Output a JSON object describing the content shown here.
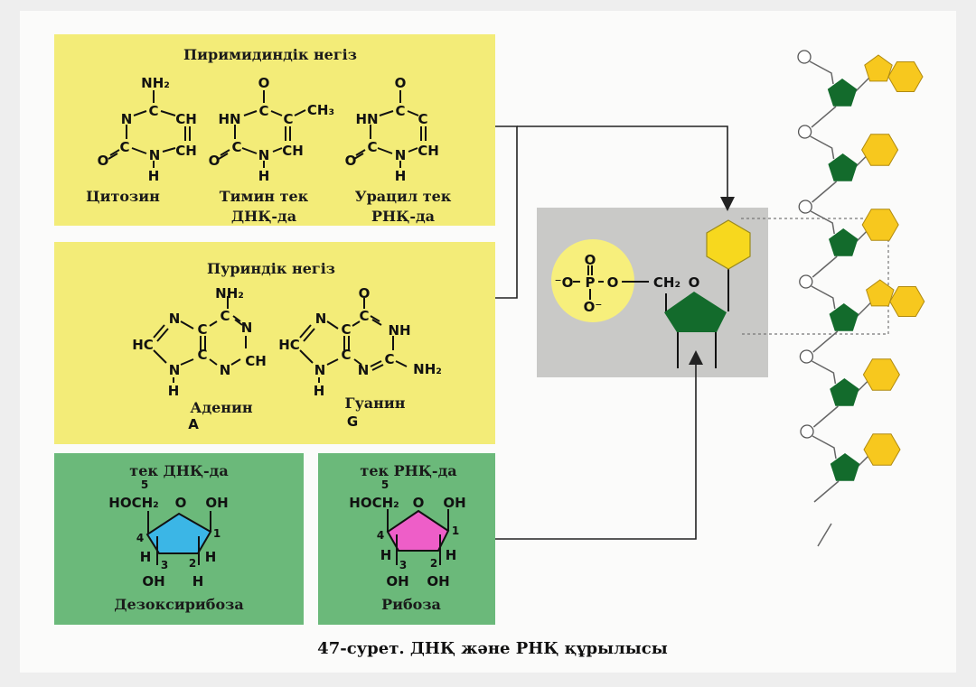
{
  "caption": "47-сурет. ДНҚ және РНҚ құрылысы",
  "pyrimidines": {
    "title": "Пиримидиндік негіз",
    "cytosine": {
      "atoms": [
        "NH₂",
        "C",
        "N",
        "CH",
        "C",
        "N",
        "CH",
        "O",
        "H"
      ],
      "name": "Цитозин"
    },
    "thymine": {
      "atoms": [
        "O",
        "HN",
        "C",
        "C",
        "CH₃",
        "O",
        "C",
        "N",
        "CH",
        "H"
      ],
      "name": "Тимин тек",
      "note": "ДНҚ-да"
    },
    "uracil": {
      "atoms": [
        "O",
        "HN",
        "C",
        "C",
        "O",
        "C",
        "N",
        "CH",
        "H"
      ],
      "name": "Урацил тек",
      "note": "РНҚ-да"
    }
  },
  "purines": {
    "title": "Пуриндік негіз",
    "adenine": {
      "atoms": [
        "NH₂",
        "N",
        "C",
        "N",
        "HC",
        "C",
        "N",
        "N",
        "CH",
        "H",
        "C"
      ],
      "name": "Аденин",
      "letter": "A"
    },
    "guanine": {
      "atoms": [
        "O",
        "N",
        "C",
        "NH",
        "HC",
        "C",
        "N",
        "N",
        "C",
        "NH₂",
        "H",
        "C"
      ],
      "name": "Гуанин",
      "letter": "G"
    }
  },
  "sugars": {
    "deoxyribose": {
      "header": "тек ДНҚ-да",
      "atoms": [
        "5",
        "HOCH₂",
        "O",
        "OH",
        "4",
        "1",
        "H",
        "H",
        "3",
        "2",
        "OH",
        "H"
      ],
      "name": "Дезоксирибоза",
      "color": "#3bb6e6"
    },
    "ribose": {
      "header": "тек РНҚ-да",
      "atoms": [
        "5",
        "HOCH₂",
        "O",
        "OH",
        "4",
        "1",
        "H",
        "H",
        "3",
        "2",
        "OH",
        "OH"
      ],
      "name": "Рибоза",
      "color": "#ee5ec8"
    }
  },
  "nucleotide": {
    "atoms": [
      "O",
      "⁻O",
      "P",
      "O",
      "O⁻",
      "CH₂",
      "O"
    ]
  },
  "colors": {
    "yellow_panel": "#f3ec78",
    "green_panel": "#6bb97a",
    "gray_panel": "#c9c9c7",
    "base": "#f7c81e",
    "sugar": "#136b2c"
  }
}
